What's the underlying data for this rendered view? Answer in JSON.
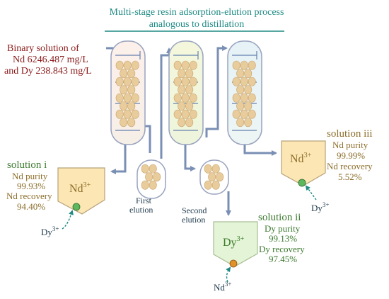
{
  "title_line1": "Multi-stage resin adsorption-elution process",
  "title_line2": "analogous to distillation",
  "feed_line1": "Binary solution of",
  "feed_line2": "Nd 6246.487 mg/L",
  "feed_line3": "and Dy 238.843 mg/L",
  "elution1_line1": "First",
  "elution1_line2": "elution",
  "elution2_line1": "Second",
  "elution2_line2": "elution",
  "solution_i": {
    "name": "solution  i",
    "purity_label": "Nd purity",
    "purity_value": "99.93%",
    "recovery_label": "Nd recovery",
    "recovery_value": "94.40%",
    "vessel_ion": "Nd",
    "vessel_charge": "3+",
    "impurity_ion": "Dy",
    "impurity_charge": "3+"
  },
  "solution_ii": {
    "name": "solution ii",
    "purity_label": "Dy purity",
    "purity_value": "99.13%",
    "recovery_label": "Dy recovery",
    "recovery_value": "97.45%",
    "vessel_ion": "Dy",
    "vessel_charge": "3+",
    "impurity_ion": "Nd",
    "impurity_charge": "3+"
  },
  "solution_iii": {
    "name": "solution iii",
    "purity_label": "Nd purity",
    "purity_value": "99.99%",
    "recovery_label": "Nd recovery",
    "recovery_value": "5.52%",
    "vessel_ion": "Nd",
    "vessel_charge": "3+",
    "impurity_ion": "Dy",
    "impurity_charge": "3+"
  },
  "colors": {
    "title": "#1f8a84",
    "feed": "#8b1a1a",
    "solution_nd": "#8d6e2b",
    "solution_dy": "#3c7a2e",
    "pipe": "#7a8fb4",
    "bead": "#e9cc9c",
    "vessel_nd_fill": "#fbe6b4",
    "vessel_dy_fill": "#e4f4d6"
  }
}
